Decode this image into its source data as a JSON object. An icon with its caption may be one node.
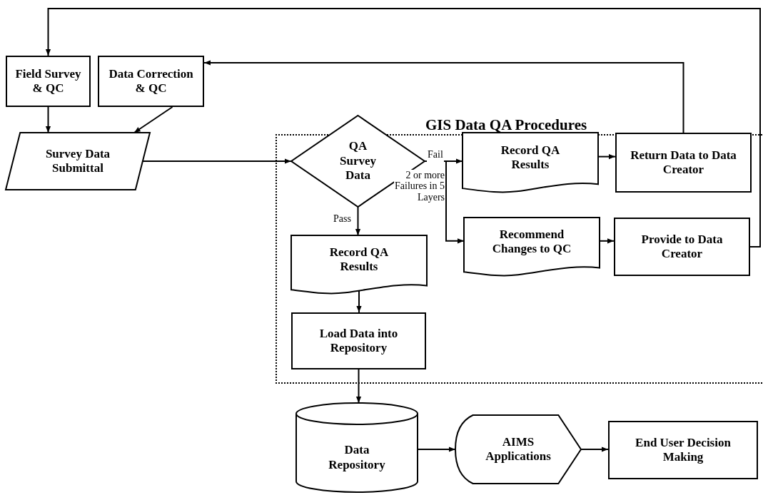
{
  "diagram": {
    "nodes": [
      {
        "text": [
          "GIS Data QA Procedures"
        ]
      },
      {
        "text": [
          "Field Survey & QC"
        ]
      },
      {
        "text": [
          "Data Correction & QC"
        ]
      },
      {
        "text": [
          "Survey Data Submittal"
        ]
      },
      {
        "text": [
          "QA Survey Data"
        ]
      },
      {
        "text": [
          "Record QA Results"
        ],
        "in": 0
      },
      {
        "text": [
          "Return Data to Data Creator"
        ],
        "in": 0
      },
      {
        "text": [
          "Record QA Results"
        ],
        "in": 0
      },
      {
        "text": [
          "Recommend Changes to QC"
        ],
        "in": 0
      },
      {
        "text": [
          "Provide to Data Creator"
        ],
        "in": 0
      },
      {
        "text": [
          "Load Data into Repository"
        ],
        "in": 0
      },
      {
        "text": [
          "Data Repository"
        ]
      },
      {
        "text": [
          "AIMS Applications"
        ]
      },
      {
        "text": [
          "End User Decision Making"
        ]
      }
    ],
    "edges": [
      {
        "from": 1,
        "to": 3,
        "arrow": "to"
      },
      {
        "from": 2,
        "to": 3,
        "arrow": "to"
      },
      {
        "from": 3,
        "to": 4,
        "arrow": "to"
      },
      {
        "from": 4,
        "to": 5,
        "arrow": "to",
        "label": "Fail"
      },
      {
        "from": 4,
        "to": 8,
        "arrow": "to",
        "label": "2 or more Failures in 5 Layers"
      },
      {
        "from": 4,
        "to": 7,
        "arrow": "to",
        "label": "Pass"
      },
      {
        "from": 5,
        "to": 6,
        "arrow": "to"
      },
      {
        "from": 6,
        "to": 2,
        "arrow": "to"
      },
      {
        "from": 7,
        "to": 10,
        "arrow": "to"
      },
      {
        "from": 10,
        "to": 11,
        "arrow": "to"
      },
      {
        "from": 11,
        "to": 12,
        "arrow": "to"
      },
      {
        "from": 12,
        "to": 13,
        "arrow": "to"
      },
      {
        "from": 9,
        "to": 1,
        "arrow": "to"
      },
      {
        "from": 8,
        "to": 9,
        "arrow": "to"
      }
    ]
  }
}
